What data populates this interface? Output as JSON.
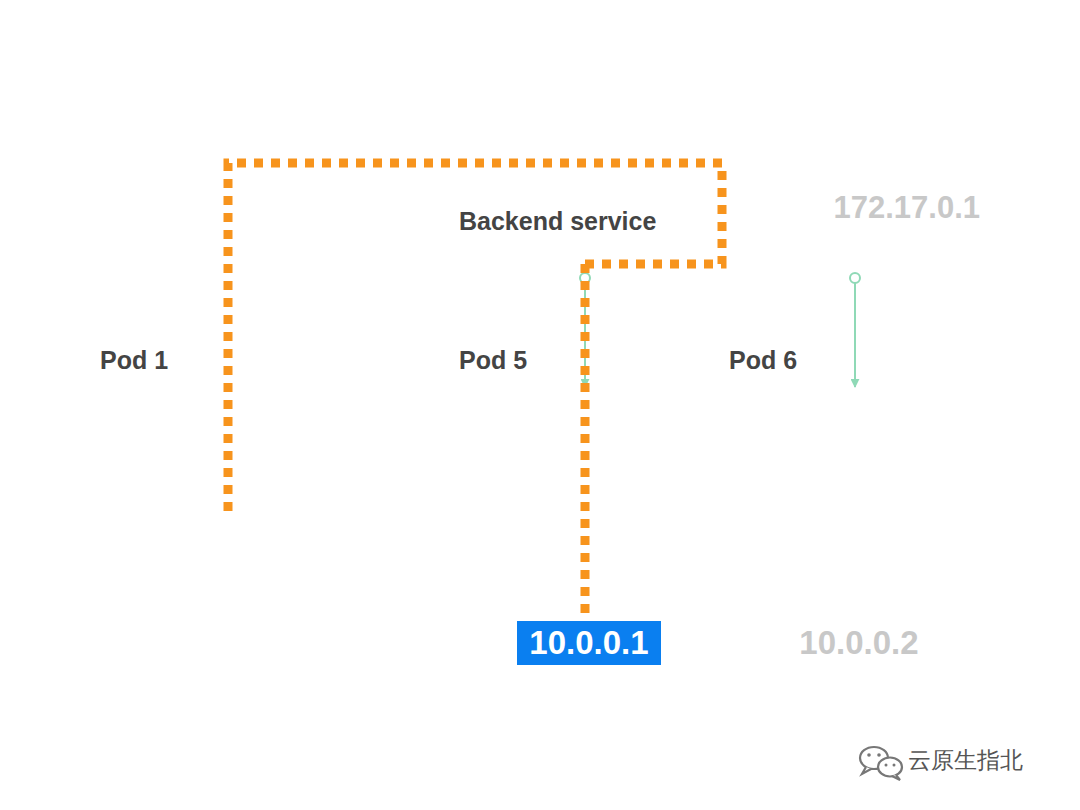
{
  "diagram": {
    "nodes": [
      {
        "text": [
          "Backend service",
          "172.17.0.1"
        ]
      },
      {
        "text": [
          "Pod 1"
        ]
      },
      {
        "text": [
          "Pod 5",
          "10.0.0.1"
        ]
      },
      {
        "text": [
          "Pod 6",
          "10.0.0.2"
        ]
      }
    ],
    "edges": [
      {
        "from": 0,
        "to": 2,
        "arrow": "to"
      },
      {
        "from": 0,
        "to": 3,
        "arrow": "to"
      },
      {
        "from": 1,
        "to": 0,
        "arrow": "none"
      },
      {
        "from": 0,
        "to": 2,
        "arrow": "none"
      }
    ],
    "labels": [
      "云原生指北"
    ]
  }
}
